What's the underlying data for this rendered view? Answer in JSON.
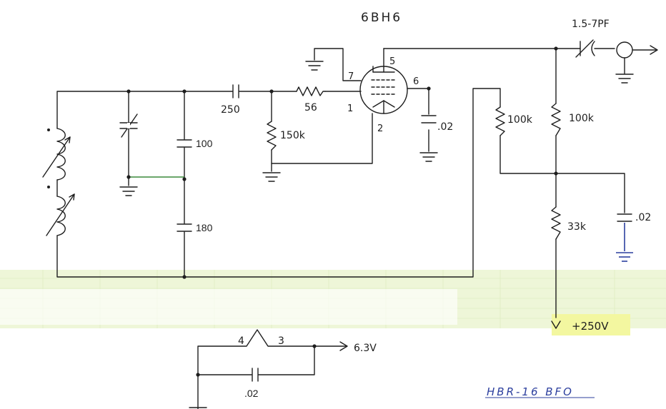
{
  "schematic": {
    "tube_type": "6BH6",
    "tube_pins": {
      "p1": "1",
      "p2": "2",
      "p5": "5",
      "p6": "6",
      "p7": "7"
    },
    "c_trimmer_out": "1.5-7PF",
    "c_coupling": "250",
    "c_tank_top": "100",
    "c_tank_bottom": "180",
    "r_grid_stopper": "56",
    "r_grid_leak": "150k",
    "c_screen_bypass": ".02",
    "r_screen": "100k",
    "r_plate": "100k",
    "r_divider": "33k",
    "c_supply_bypass": ".02",
    "supply_voltage": "+250V",
    "heater_pins": {
      "a": "4",
      "b": "3"
    },
    "heater_voltage": "6.3V",
    "c_heater_bypass": ".02",
    "signature": "HBR-16 BFO"
  },
  "colors": {
    "ink": "#1e1e1e",
    "blue_ink": "#2c3f9e",
    "green_ink": "#3a8a3a",
    "highlight": "#f3f7a0",
    "grid_paper": "#eef6d8"
  }
}
